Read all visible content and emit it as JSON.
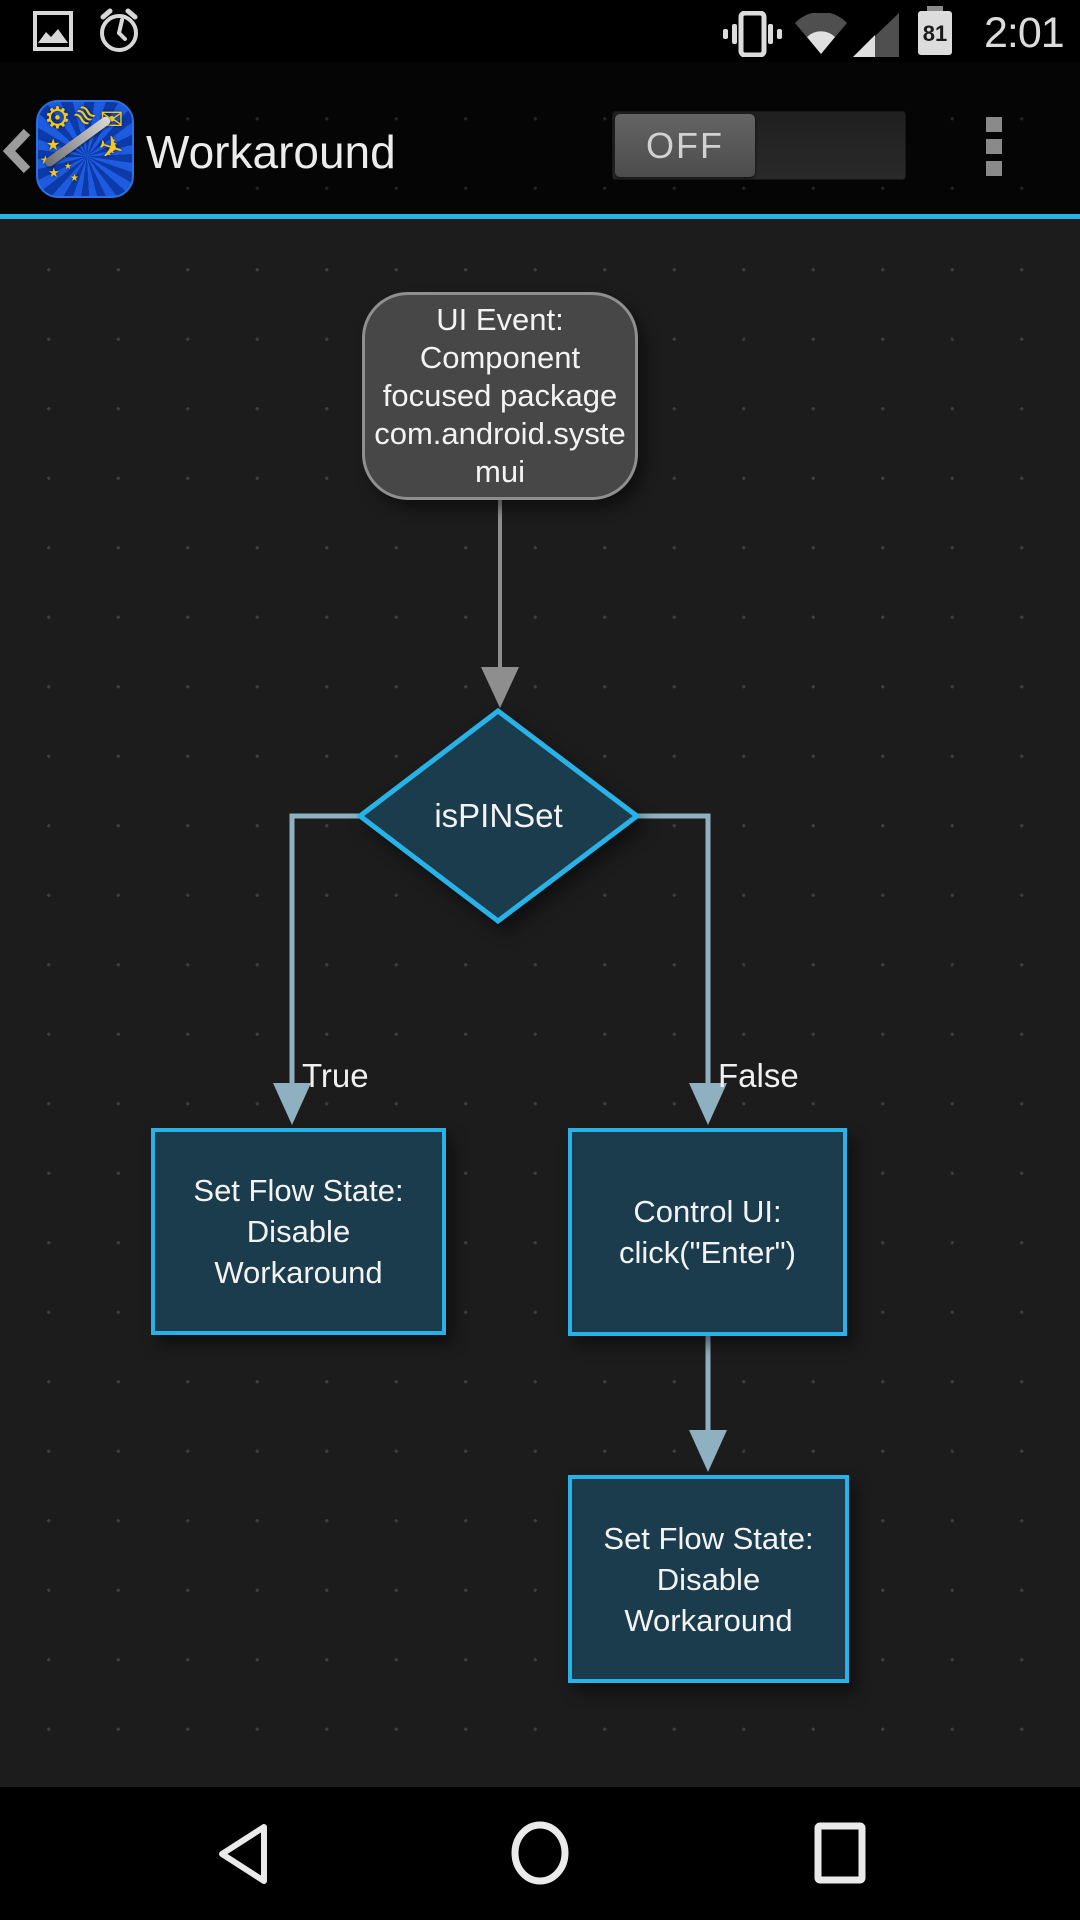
{
  "status_bar": {
    "time": "2:01",
    "battery_level": "81",
    "icons": {
      "left": [
        "photo-indicator",
        "alarm-indicator"
      ],
      "right": [
        "vibrate-indicator",
        "wifi-indicator",
        "signal-indicator",
        "battery-indicator"
      ]
    }
  },
  "app_bar": {
    "title": "Workaround",
    "flow_switch_state": "OFF"
  },
  "flow": {
    "trigger_lines": [
      "UI Event:",
      "Component",
      "focused package",
      "com.android.syste",
      "mui"
    ],
    "condition_label": "isPINSet",
    "branch_true": "True",
    "branch_false": "False",
    "action_true_lines": [
      "Set Flow State:",
      "Disable",
      "Workaround"
    ],
    "action_false_lines": [
      "Control UI:",
      "click(\"Enter\")"
    ],
    "action_final_lines": [
      "Set Flow State:",
      "Disable",
      "Workaround"
    ]
  },
  "colors": {
    "accent_blue": "#29b2e8",
    "node_fill_teal": "#1b3c4c",
    "trigger_fill_gray": "#474747",
    "trigger_border": "#8f8f8f",
    "connector_gray": "#8e8e8e",
    "connector_blue_gray": "#8fb0c0",
    "canvas_background": "#1c1c1c"
  }
}
